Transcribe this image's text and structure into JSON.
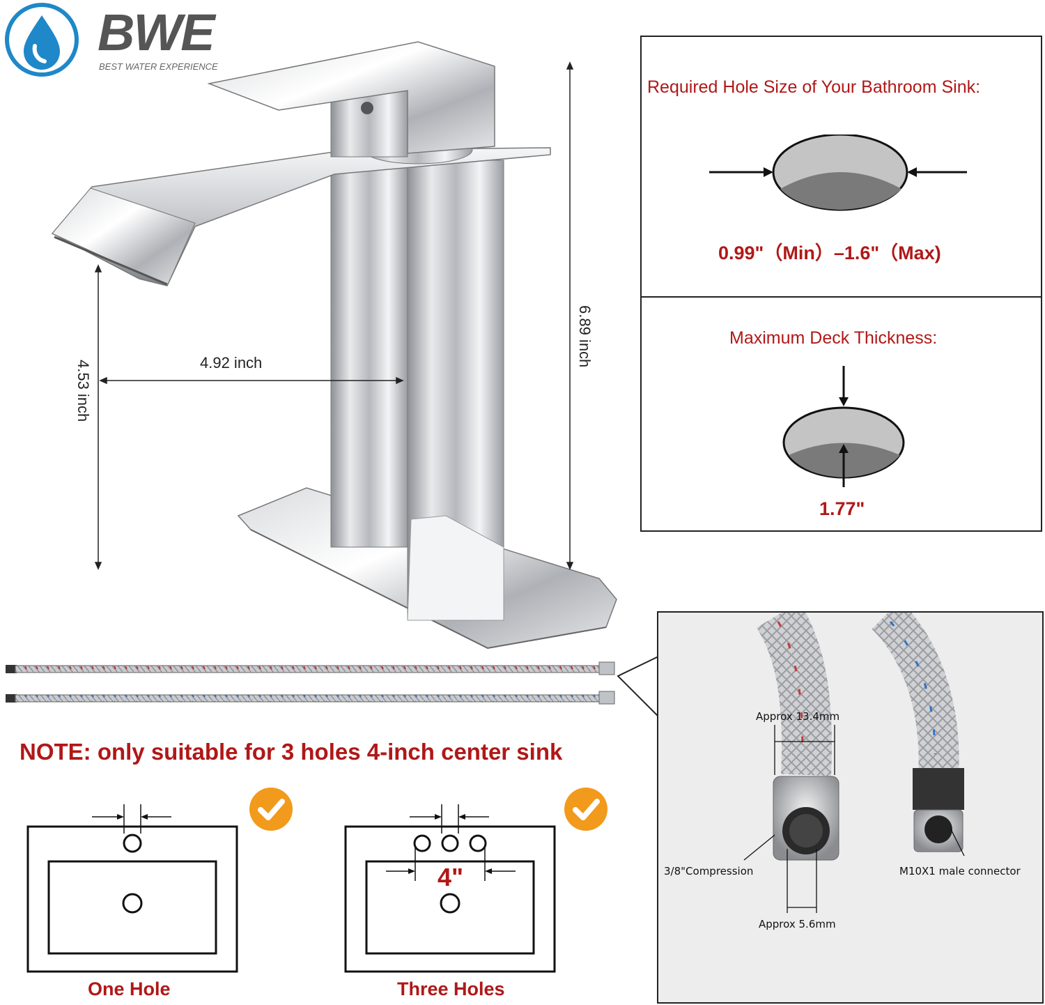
{
  "brand": {
    "name": "BWE",
    "tagline": "BEST WATER EXPERIENCE"
  },
  "dimensions": {
    "height_total": "6.89 inch",
    "spout_height": "4.53 inch",
    "spout_reach": "4.92 inch"
  },
  "hole_size_panel": {
    "title": "Required Hole Size of Your Bathroom Sink:",
    "range": "0.99\"（Min）–1.6\"（Max)"
  },
  "deck_panel": {
    "title": "Maximum Deck Thickness:",
    "value": "1.77\""
  },
  "note": "NOTE: only suitable for 3 holes 4-inch center sink",
  "sink_options": [
    {
      "label": "One Hole"
    },
    {
      "label": "Three Holes",
      "spacing": "4\""
    }
  ],
  "hose_panel": {
    "outer_diameter": "Approx 13.4mm",
    "inner_diameter": "Approx 5.6mm",
    "left_connector": "3/8\"Compression",
    "right_connector": "M10X1 male connector"
  },
  "colors": {
    "accent_red": "#b01818",
    "check_orange": "#f29a1b",
    "logo_blue": "#1e88c8"
  }
}
